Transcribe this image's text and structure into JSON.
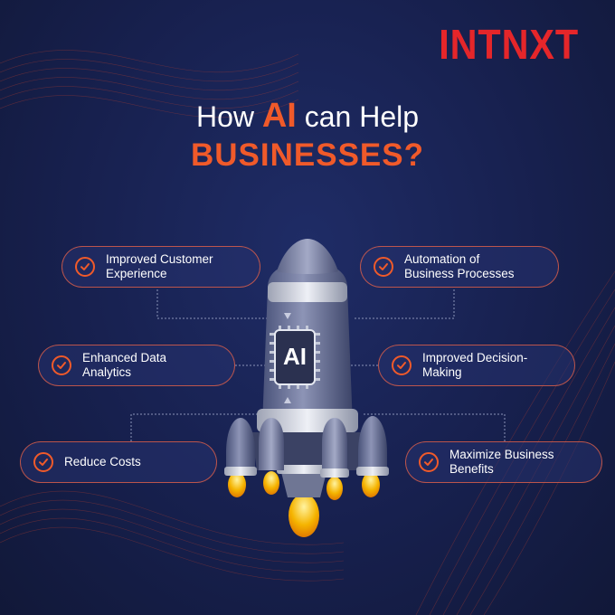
{
  "brand": {
    "logo_text": "INTNXT"
  },
  "headline": {
    "line1_prefix": "How ",
    "line1_highlight": "AI",
    "line1_suffix": " can Help",
    "line2": "BUSINESSES?"
  },
  "benefits": [
    {
      "label_line1": "Improved Customer",
      "label_line2": "Experience"
    },
    {
      "label_line1": "Automation of",
      "label_line2": "Business Processes"
    },
    {
      "label_line1": "Enhanced Data",
      "label_line2": "Analytics"
    },
    {
      "label_line1": "Improved Decision-",
      "label_line2": "Making"
    },
    {
      "label_line1": "Reduce Costs",
      "label_line2": ""
    },
    {
      "label_line1": "Maximize Business",
      "label_line2": "Benefits"
    }
  ],
  "rocket": {
    "chip_label": "AI"
  },
  "icons": {
    "benefit": "check-circle-icon"
  },
  "colors": {
    "accent": "#f05a2a",
    "logo": "#e5262a",
    "background": "#17204e"
  }
}
